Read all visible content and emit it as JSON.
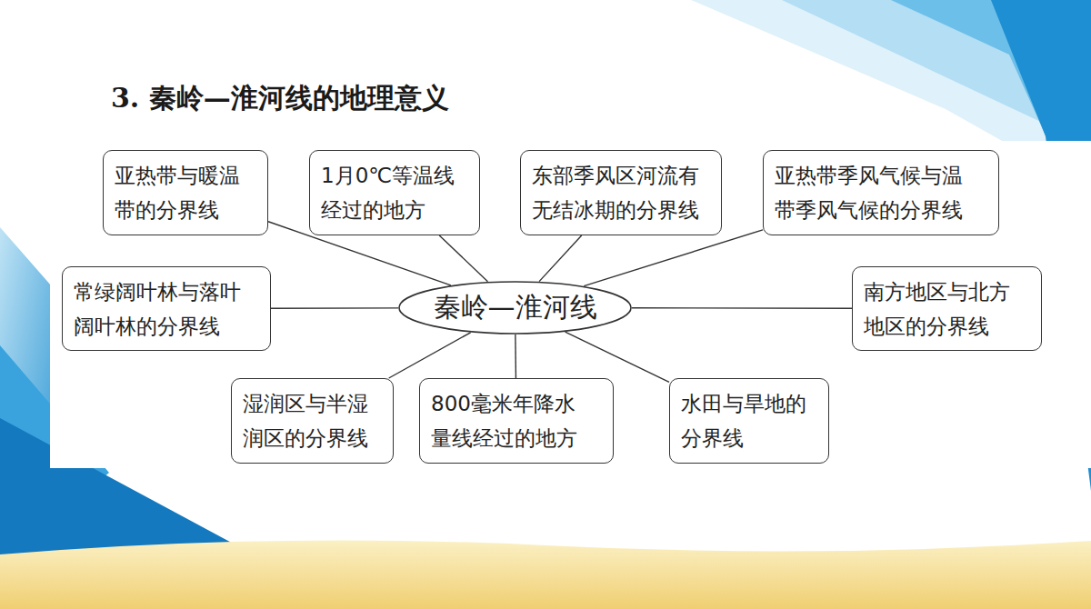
{
  "diagram": {
    "title": "3. 秦岭—淮河线的地理意义",
    "nodes": [
      {
        "text": [
          "亚热带与暖温 带的分界线"
        ]
      },
      {
        "text": [
          "1月0℃等温线 经过的地方"
        ]
      },
      {
        "text": [
          "东部季风区河流有 无结冰期的分界线"
        ]
      },
      {
        "text": [
          "亚热带季风气候与温 带季风气候的分界线"
        ]
      },
      {
        "text": [
          "常绿阔叶林与落叶 阔叶林的分界线"
        ]
      },
      {
        "text": [
          "秦岭—淮河线"
        ]
      },
      {
        "text": [
          "南方地区与北方 地区的分界线"
        ]
      },
      {
        "text": [
          "湿润区与半湿 润区的分界线"
        ]
      },
      {
        "text": [
          "800毫米年降水 量线经过的地方"
        ]
      },
      {
        "text": [
          "水田与旱地的 分界线"
        ]
      }
    ],
    "edges": [
      {
        "from": 5,
        "to": 0,
        "arrow": "none"
      },
      {
        "from": 5,
        "to": 1,
        "arrow": "none"
      },
      {
        "from": 5,
        "to": 2,
        "arrow": "none"
      },
      {
        "from": 5,
        "to": 3,
        "arrow": "none"
      },
      {
        "from": 5,
        "to": 4,
        "arrow": "none"
      },
      {
        "from": 5,
        "to": 6,
        "arrow": "none"
      },
      {
        "from": 5,
        "to": 7,
        "arrow": "none"
      },
      {
        "from": 5,
        "to": 8,
        "arrow": "none"
      },
      {
        "from": 5,
        "to": 9,
        "arrow": "none"
      }
    ]
  }
}
